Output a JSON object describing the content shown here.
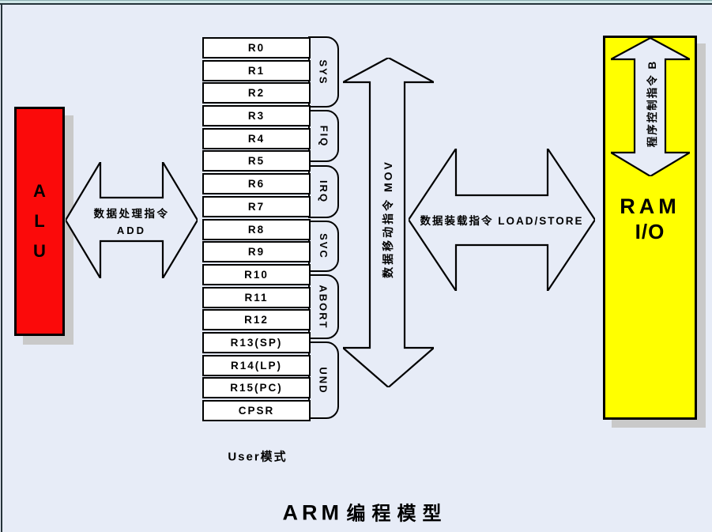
{
  "title": {
    "latin": "ARM",
    "cjk": "编程模型"
  },
  "alu": {
    "letters": [
      "A",
      "L",
      "U"
    ]
  },
  "ram": {
    "line1": "RAM",
    "line2": "I/O"
  },
  "registers": {
    "items": [
      "R0",
      "R1",
      "R2",
      "R3",
      "R4",
      "R5",
      "R6",
      "R7",
      "R8",
      "R9",
      "R10",
      "R11",
      "R12",
      "R13(SP)",
      "R14(LP)",
      "R15(PC)",
      "CPSR"
    ],
    "caption": "User模式"
  },
  "modes": [
    "SYS",
    "FIQ",
    "IRQ",
    "SVC",
    "ABORT",
    "UND"
  ],
  "arrows": {
    "data_processing": {
      "line1": "数据处理指令",
      "line2": "ADD"
    },
    "data_move": {
      "label": "数据移动指令 MOV"
    },
    "data_load": {
      "label": "数据装载指令 LOAD/STORE"
    },
    "program_control": {
      "label": "程序控制指令 B"
    }
  },
  "colors": {
    "background": "#e7ecf7",
    "alu_fill": "#fb0a0a",
    "ram_fill": "#ffff00",
    "register_fill": "#ffffff",
    "box_border": "#000000",
    "shadow": "#c9c9c9",
    "top_strip": "#cfe7e8",
    "frame_line": "#26333a"
  }
}
